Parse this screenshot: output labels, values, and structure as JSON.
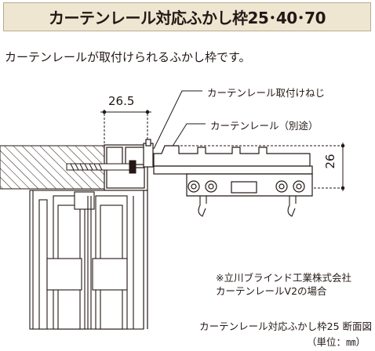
{
  "title": "カーテンレール対応ふかし枠25･40･70",
  "subtitle": "カーテンレールが取付けられるふかし枠です。",
  "labels": {
    "screw": "カーテンレール取付けねじ",
    "rail": "カーテンレール（別途）"
  },
  "dimensions": {
    "width": "26.5",
    "height": "26"
  },
  "note": {
    "line1": "※立川ブラインド工業株式会社",
    "line2": "カーテンレールV2の場合"
  },
  "caption": "カーテンレール対応ふかし枠25 断面図",
  "unit": "（単位：㎜）",
  "colors": {
    "title_bg": "#efe6d2",
    "line": "#231815"
  }
}
